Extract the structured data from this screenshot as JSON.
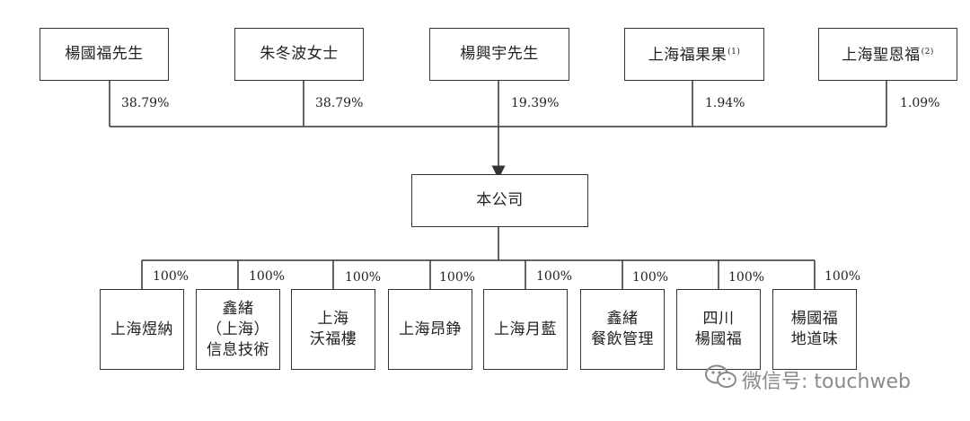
{
  "shareholders": [
    {
      "name": "楊國福先生",
      "note": "",
      "pct": "38.79%"
    },
    {
      "name": "朱冬波女士",
      "note": "",
      "pct": "38.79%"
    },
    {
      "name": "楊興宇先生",
      "note": "",
      "pct": "19.39%"
    },
    {
      "name": "上海福果果",
      "note": "(1)",
      "pct": "1.94%"
    },
    {
      "name": "上海聖恩福",
      "note": "(2)",
      "pct": "1.09%"
    }
  ],
  "company": {
    "name": "本公司"
  },
  "subsidiaries": [
    {
      "name": "上海煜納",
      "pct": "100%"
    },
    {
      "name": "鑫緒\n（上海）\n信息技術",
      "pct": "100%"
    },
    {
      "name": "上海\n沃福樓",
      "pct": "100%"
    },
    {
      "name": "上海昂錚",
      "pct": "100%"
    },
    {
      "name": "上海月藍",
      "pct": "100%"
    },
    {
      "name": "鑫緒\n餐飲管理",
      "pct": "100%"
    },
    {
      "name": "四川\n楊國福",
      "pct": "100%"
    },
    {
      "name": "楊國福\n地道味",
      "pct": "100%"
    }
  ],
  "watermark": {
    "text": "微信号: touchweb",
    "icon": "wechat-icon"
  }
}
